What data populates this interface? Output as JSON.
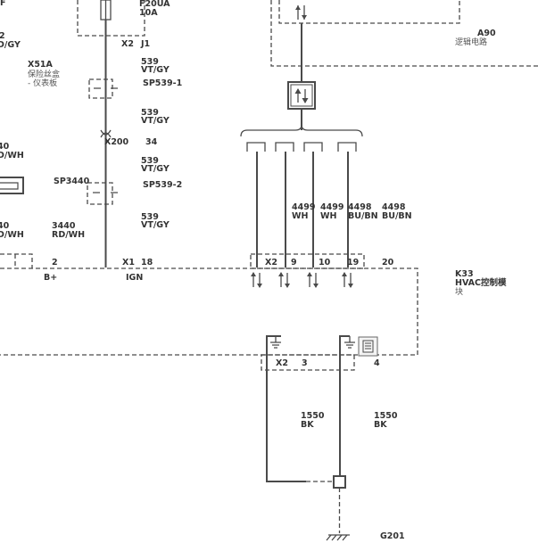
{
  "fuse": {
    "name": "F20UA",
    "rating": "10A"
  },
  "left_edge": {
    "top_num": "2",
    "top_color": "D/GY",
    "mid_num": "40",
    "mid_color": "D/WH",
    "low_num": "40",
    "low_color": "D/WH",
    "frag": "F"
  },
  "x51a": {
    "name": "X51A",
    "line1": "保险丝盒",
    "line2": "- 仪表板"
  },
  "ignition_path": {
    "x2_j1": {
      "conn": "X2",
      "pin": "J1"
    },
    "wire1": {
      "num": "539",
      "color": "VT/GY"
    },
    "sp539_1": "SP539-1",
    "wire2": {
      "num": "539",
      "color": "VT/GY"
    },
    "x200": {
      "name": "X200",
      "pin": "34"
    },
    "wire3": {
      "num": "539",
      "color": "VT/GY"
    },
    "sp539_2": "SP539-2",
    "wire4": {
      "num": "539",
      "color": "VT/GY"
    }
  },
  "sp3440": "SP3440",
  "wire3440": {
    "num": "3440",
    "color": "RD/WH"
  },
  "a90": {
    "name": "A90",
    "desc": "逻辑电路"
  },
  "bus_wires": [
    {
      "num": "4499",
      "color": "WH"
    },
    {
      "num": "4499",
      "color": "WH"
    },
    {
      "num": "4498",
      "color": "BU/BN"
    },
    {
      "num": "4498",
      "color": "BU/BN"
    }
  ],
  "k33_pins": {
    "p2": "2",
    "b_plus": "B+",
    "x1": "X1",
    "p18": "18",
    "ign": "IGN",
    "x2": "X2",
    "p9": "9",
    "p10": "10",
    "p19": "19",
    "p20": "20",
    "lower_x2": "X2",
    "p3": "3",
    "p4": "4"
  },
  "k33": {
    "name": "K33",
    "line1": "HVAC控制模",
    "line2": "块"
  },
  "ground_wires": [
    {
      "num": "1550",
      "color": "BK"
    },
    {
      "num": "1550",
      "color": "BK"
    }
  ],
  "g201": "G201"
}
